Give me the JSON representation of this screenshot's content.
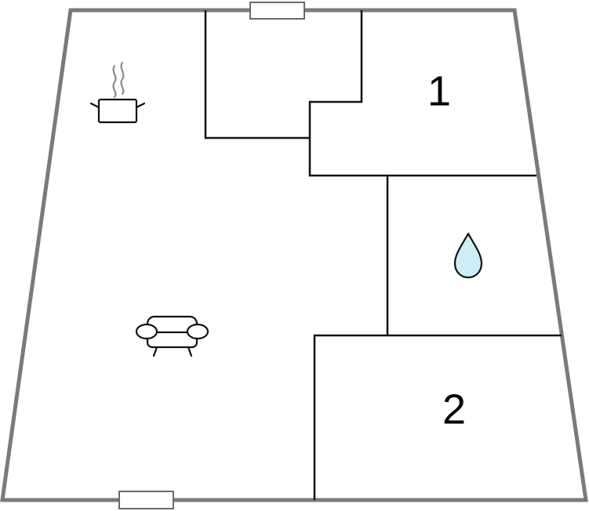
{
  "floorplan": {
    "rooms": [
      {
        "id": "bedroom-1",
        "label": "1"
      },
      {
        "id": "bedroom-2",
        "label": "2"
      }
    ],
    "icons": [
      {
        "name": "cooking-pot-icon",
        "room": "kitchen-area"
      },
      {
        "name": "sofa-icon",
        "room": "living-area"
      },
      {
        "name": "water-drop-icon",
        "room": "bathroom"
      }
    ],
    "colors": {
      "outer_wall": "#7a7a7a",
      "inner_wall": "#111111",
      "water_drop_fill": "#cdeef6",
      "background": "#ffffff"
    }
  }
}
